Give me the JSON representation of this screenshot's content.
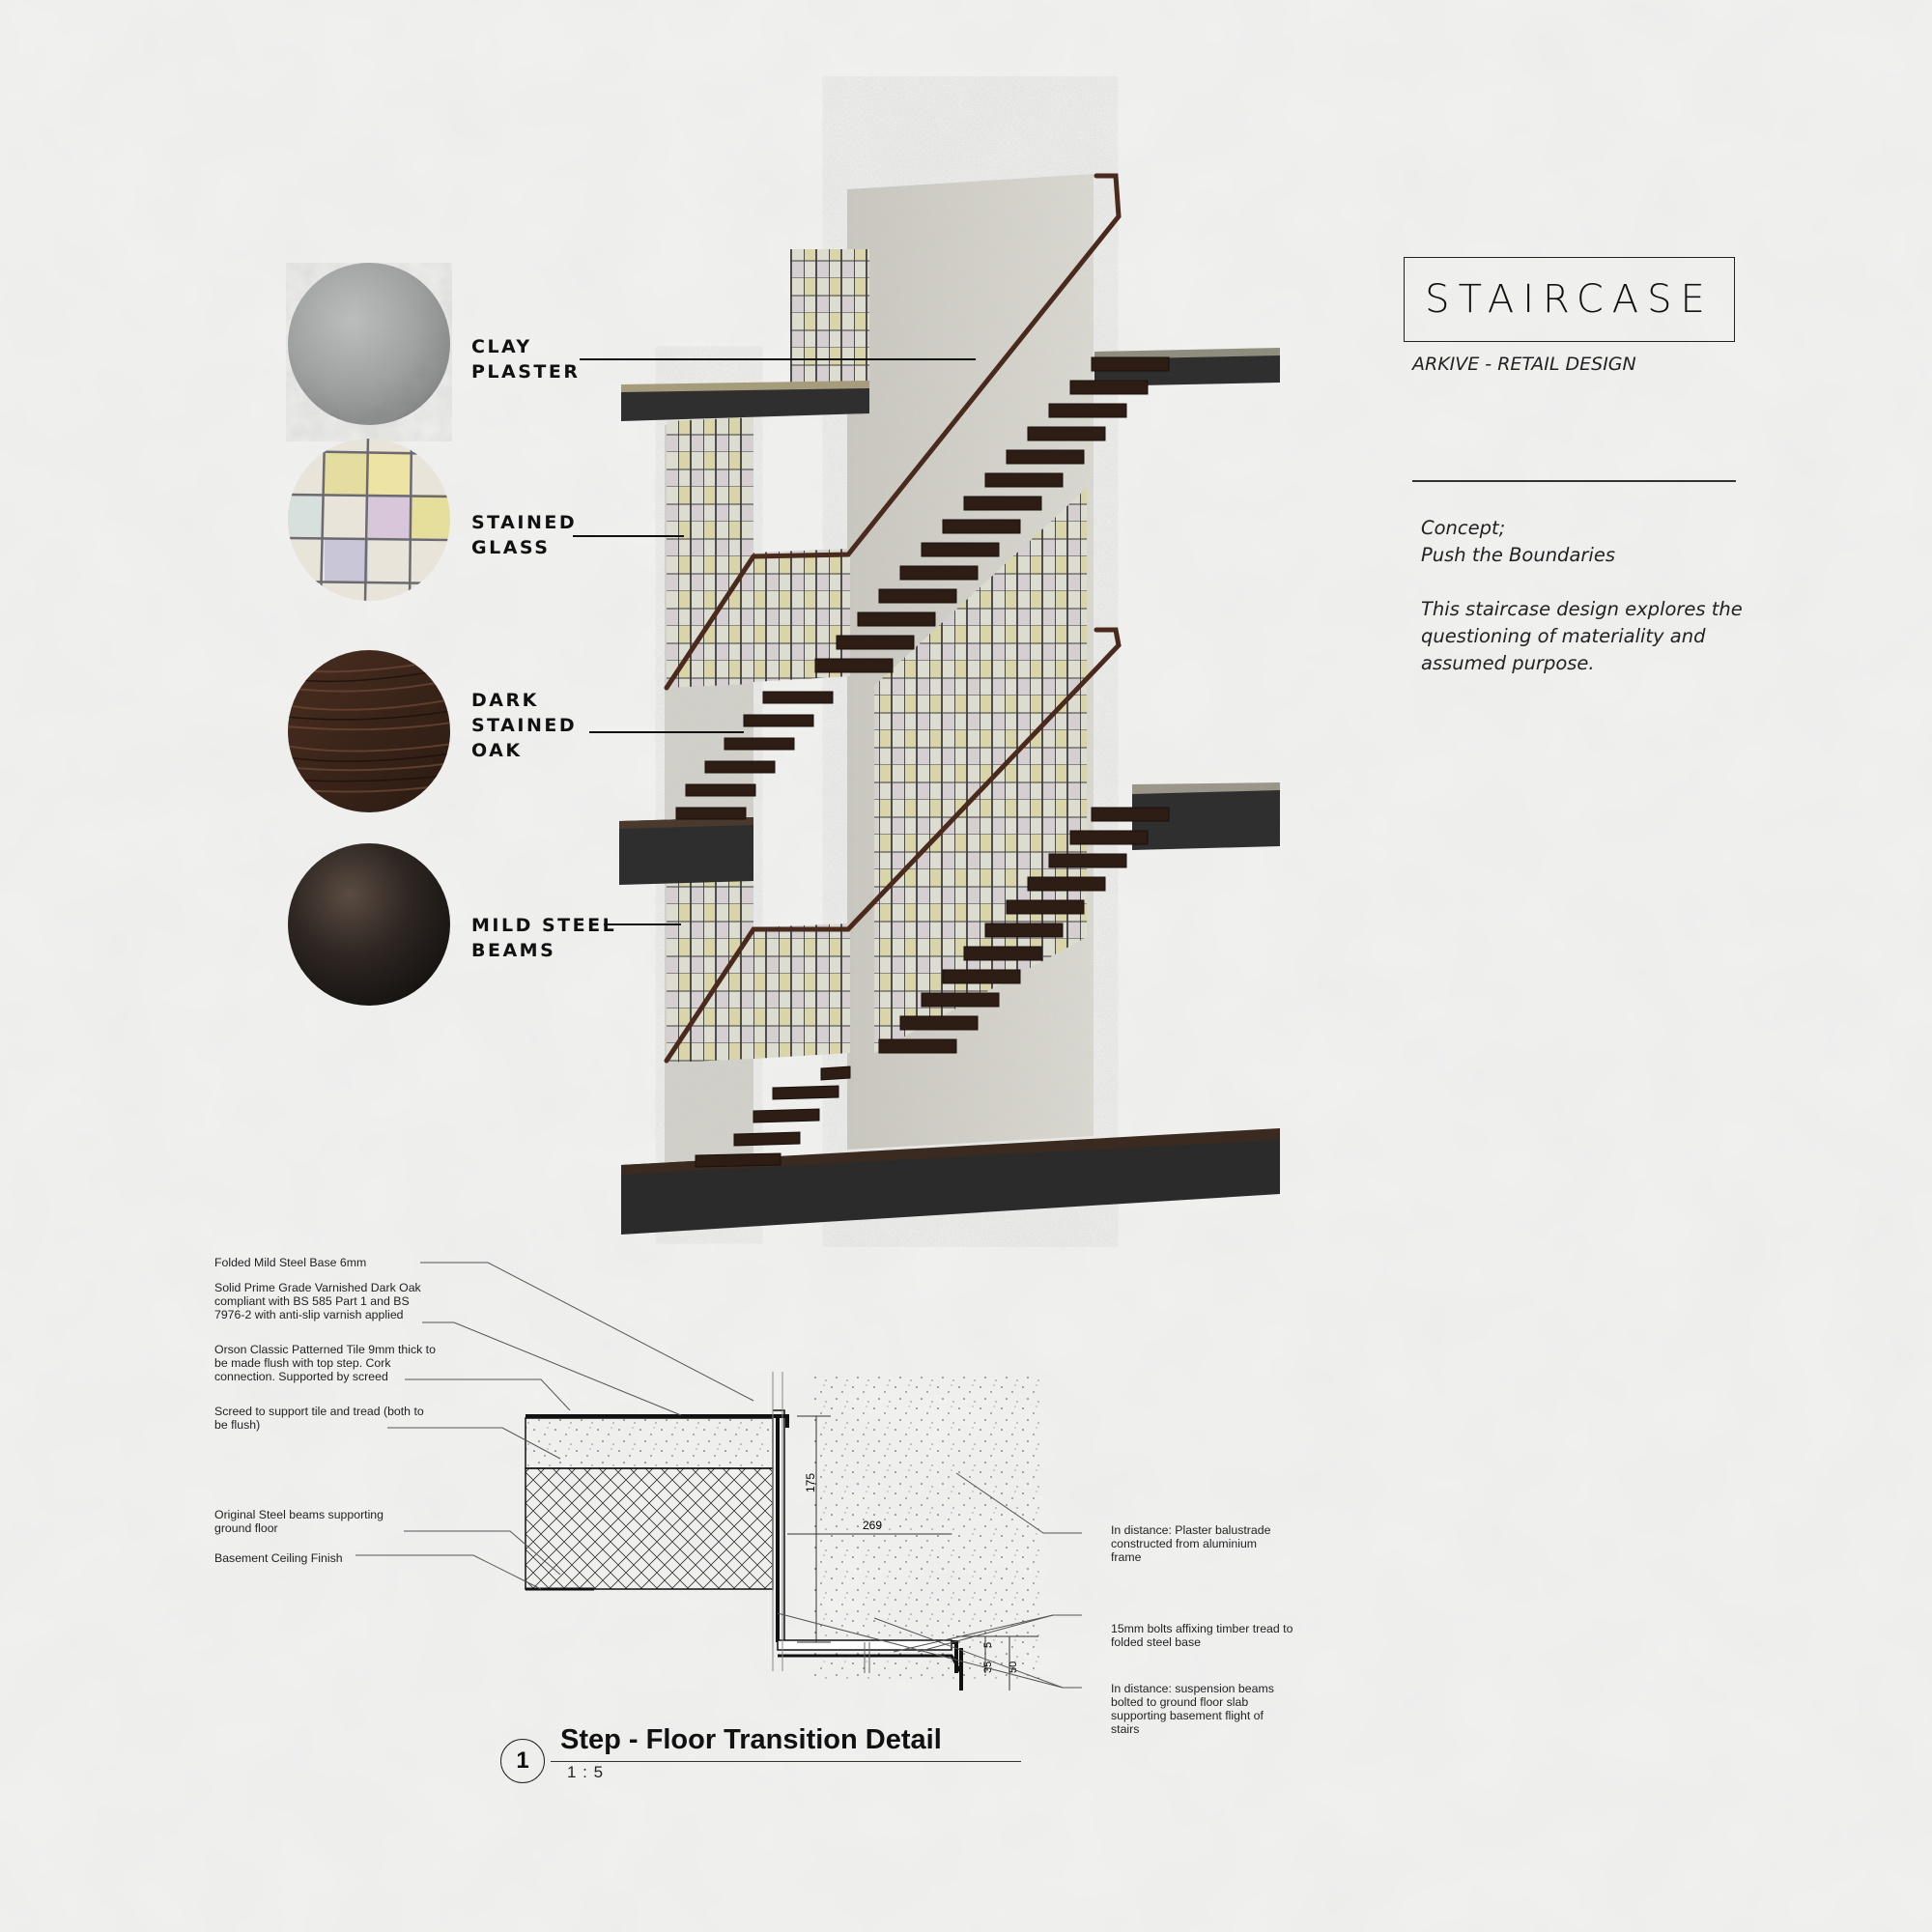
{
  "title": "STAIRCASE",
  "subtitle": "ARKIVE - RETAIL DESIGN",
  "concept": {
    "heading": "Concept;",
    "tagline": "Push the Boundaries",
    "body_line1": "This staircase design explores the",
    "body_line2": "questioning of materiality and",
    "body_line3": "assumed purpose."
  },
  "materials": [
    {
      "line1": "CLAY",
      "line2": "PLASTER",
      "line3": ""
    },
    {
      "line1": "STAINED",
      "line2": "GLASS",
      "line3": ""
    },
    {
      "line1": "DARK",
      "line2": "STAINED",
      "line3": "OAK"
    },
    {
      "line1": "MILD STEEL",
      "line2": "BEAMS",
      "line3": ""
    }
  ],
  "colors": {
    "paper": "#f1f1f0",
    "plaster": "#d6d4cd",
    "oak": "#3a2418",
    "steel": "#2a2522",
    "glass_yellow": "#e4d98a",
    "glass_pink": "#d8c6d6",
    "slab": "#2c2c2c"
  },
  "detail": {
    "number": "1",
    "title": "Step - Floor Transition Detail",
    "scale": "1 : 5",
    "notes_left": [
      [
        "Folded Mild Steel Base 6mm"
      ],
      [
        "Solid Prime Grade Varnished Dark Oak",
        "compliant with BS 585 Part 1 and BS",
        "7976-2 with anti-slip varnish applied"
      ],
      [
        "Orson Classic Patterned Tile 9mm thick to",
        "be made flush with top step. Cork",
        "connection. Supported by screed"
      ],
      [
        "Screed to support tile and tread (both to",
        "be flush)"
      ],
      [
        "Original Steel beams supporting",
        "ground floor"
      ],
      [
        "Basement Ceiling Finish"
      ]
    ],
    "notes_right": [
      [
        "In distance: Plaster balustrade",
        "constructed from aluminium",
        "frame"
      ],
      [
        "15mm bolts affixing timber tread to",
        "folded steel base"
      ],
      [
        "In distance: suspension beams",
        "bolted to ground floor slab",
        "supporting basement flight of",
        "stairs"
      ]
    ],
    "dims": {
      "riser": "175",
      "tread": "269",
      "d1": "35",
      "d2": "5",
      "d3": "50"
    }
  }
}
